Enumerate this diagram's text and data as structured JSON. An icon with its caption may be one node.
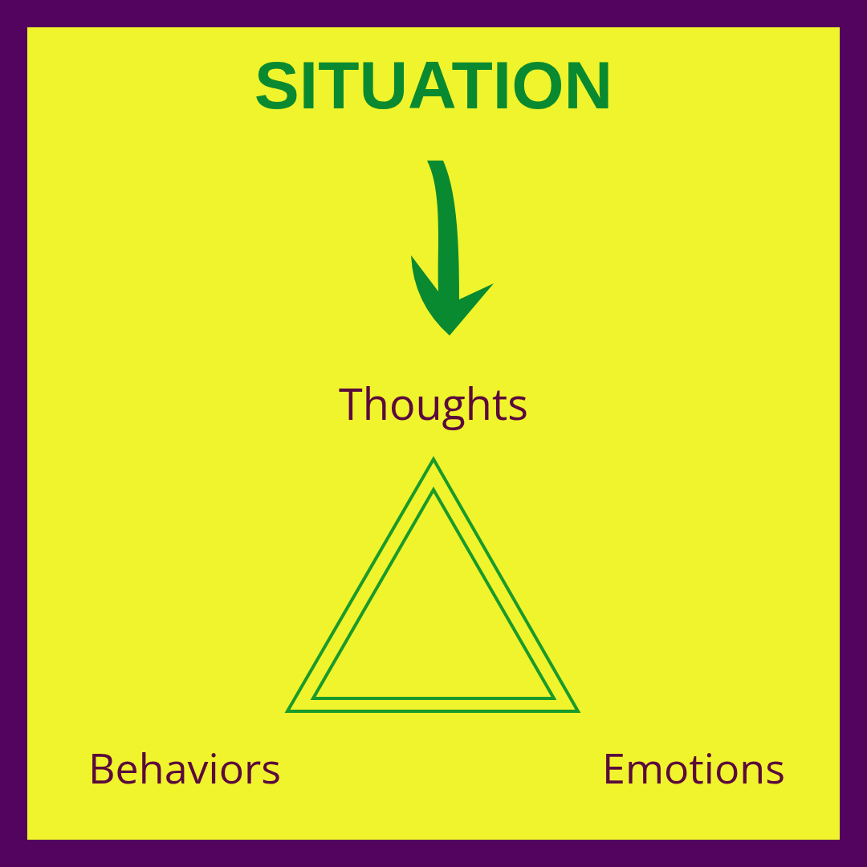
{
  "diagram": {
    "nodes": [
      {
        "text": [
          "SITUATION"
        ]
      },
      {
        "text": [
          "Thoughts"
        ]
      }
    ],
    "edges": [
      {
        "from": 0,
        "to": 1,
        "arrow": "to"
      }
    ],
    "labels": [
      "Behaviors",
      "Emotions"
    ]
  }
}
